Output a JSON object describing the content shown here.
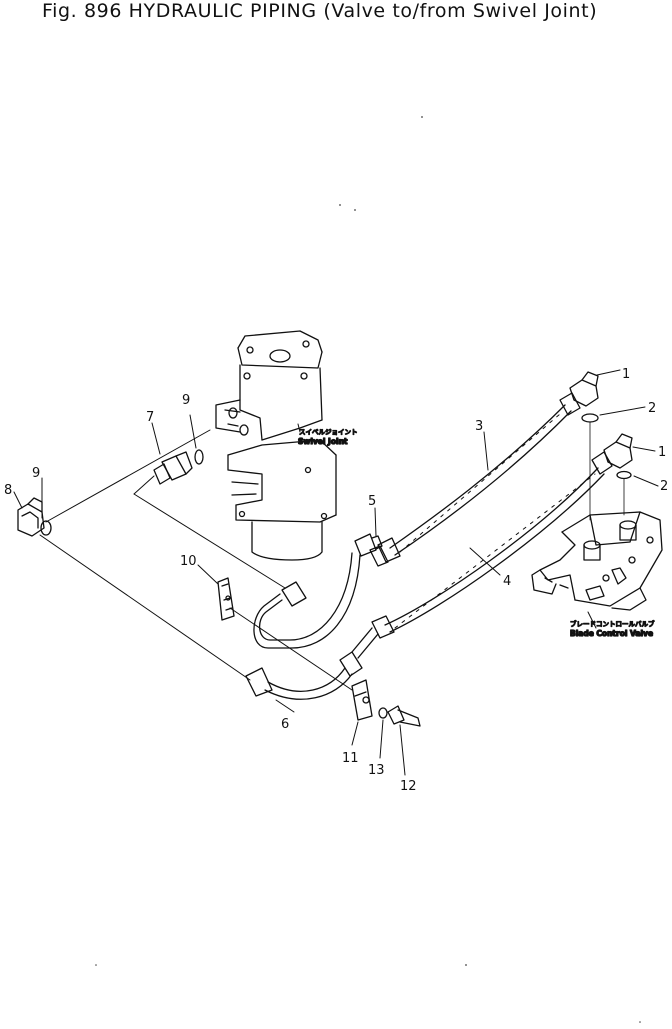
{
  "figure": {
    "title": "Fig. 896  HYDRAULIC PIPING (Valve to/from Swivel Joint)"
  },
  "components": {
    "swivel_joint": {
      "caption_jp": "スイベルジョイント",
      "caption_en": "Swivel Joint"
    },
    "blade_control_valve": {
      "caption_jp": "ブレードコントロールバルブ",
      "caption_en": "Blade Control Valve"
    }
  },
  "callouts": [
    "1",
    "2",
    "3",
    "4",
    "5",
    "6",
    "7",
    "8",
    "9",
    "10",
    "11",
    "12",
    "13"
  ]
}
